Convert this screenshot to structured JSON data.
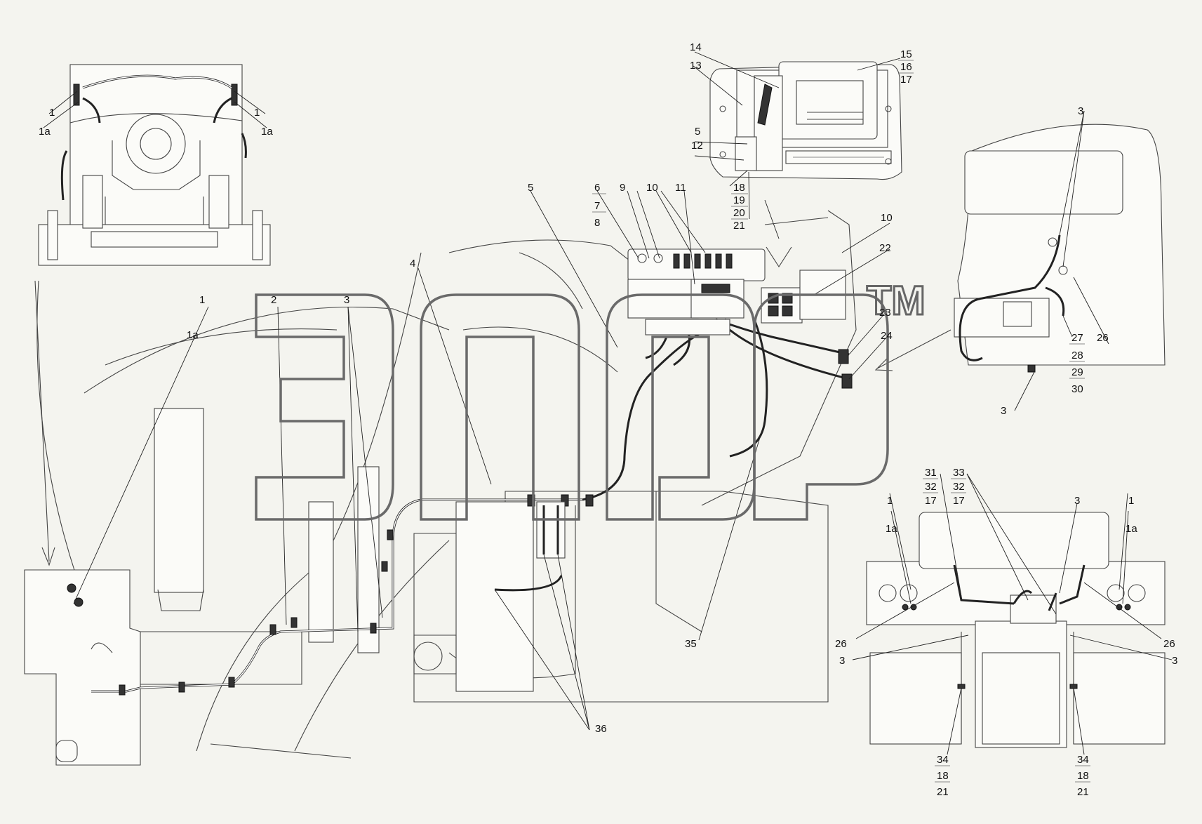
{
  "watermark": {
    "logo_text": "эпср",
    "trademark": "TM"
  },
  "labels": [
    {
      "id": "tl-1-left",
      "text": "1"
    },
    {
      "id": "tl-1a-left",
      "text": "1a"
    },
    {
      "id": "tl-1-right",
      "text": "1"
    },
    {
      "id": "tl-1a-right",
      "text": "1a"
    },
    {
      "id": "tc-14",
      "text": "14"
    },
    {
      "id": "tc-13",
      "text": "13"
    },
    {
      "id": "tc-15",
      "text": "15"
    },
    {
      "id": "tc-16",
      "text": "16"
    },
    {
      "id": "tc-17",
      "text": "17"
    },
    {
      "id": "tc-5",
      "text": "5"
    },
    {
      "id": "tc-12",
      "text": "12"
    },
    {
      "id": "tc-18",
      "text": "18"
    },
    {
      "id": "tc-19",
      "text": "19"
    },
    {
      "id": "tc-20",
      "text": "20"
    },
    {
      "id": "tc-21",
      "text": "21"
    },
    {
      "id": "m-5",
      "text": "5"
    },
    {
      "id": "m-6",
      "text": "6"
    },
    {
      "id": "m-7",
      "text": "7"
    },
    {
      "id": "m-8",
      "text": "8"
    },
    {
      "id": "m-9",
      "text": "9"
    },
    {
      "id": "m-10a",
      "text": "10"
    },
    {
      "id": "m-11",
      "text": "11"
    },
    {
      "id": "m-10b",
      "text": "10"
    },
    {
      "id": "m-22",
      "text": "22"
    },
    {
      "id": "m-23",
      "text": "23"
    },
    {
      "id": "m-24",
      "text": "24"
    },
    {
      "id": "m-4",
      "text": "4"
    },
    {
      "id": "m-1",
      "text": "1"
    },
    {
      "id": "m-1a",
      "text": "1a"
    },
    {
      "id": "m-2",
      "text": "2"
    },
    {
      "id": "m-3",
      "text": "3"
    },
    {
      "id": "m-35",
      "text": "35"
    },
    {
      "id": "m-36",
      "text": "36"
    },
    {
      "id": "tr-3-top",
      "text": "3"
    },
    {
      "id": "tr-27",
      "text": "27"
    },
    {
      "id": "tr-26",
      "text": "26"
    },
    {
      "id": "tr-28",
      "text": "28"
    },
    {
      "id": "tr-29",
      "text": "29"
    },
    {
      "id": "tr-30",
      "text": "30"
    },
    {
      "id": "tr-3-bottom",
      "text": "3"
    },
    {
      "id": "br-31",
      "text": "31"
    },
    {
      "id": "br-32a",
      "text": "32"
    },
    {
      "id": "br-17a",
      "text": "17"
    },
    {
      "id": "br-33",
      "text": "33"
    },
    {
      "id": "br-32b",
      "text": "32"
    },
    {
      "id": "br-17b",
      "text": "17"
    },
    {
      "id": "br-1-left",
      "text": "1"
    },
    {
      "id": "br-1a-left",
      "text": "1a"
    },
    {
      "id": "br-3-top",
      "text": "3"
    },
    {
      "id": "br-1-right",
      "text": "1"
    },
    {
      "id": "br-1a-right",
      "text": "1a"
    },
    {
      "id": "br-26-left",
      "text": "26"
    },
    {
      "id": "br-3-left",
      "text": "3"
    },
    {
      "id": "br-26-right",
      "text": "26"
    },
    {
      "id": "br-3-right",
      "text": "3"
    },
    {
      "id": "br-34-left",
      "text": "34"
    },
    {
      "id": "br-18-left",
      "text": "18"
    },
    {
      "id": "br-21-left",
      "text": "21"
    },
    {
      "id": "br-34-right",
      "text": "34"
    },
    {
      "id": "br-18-right",
      "text": "18"
    },
    {
      "id": "br-21-right",
      "text": "21"
    }
  ]
}
